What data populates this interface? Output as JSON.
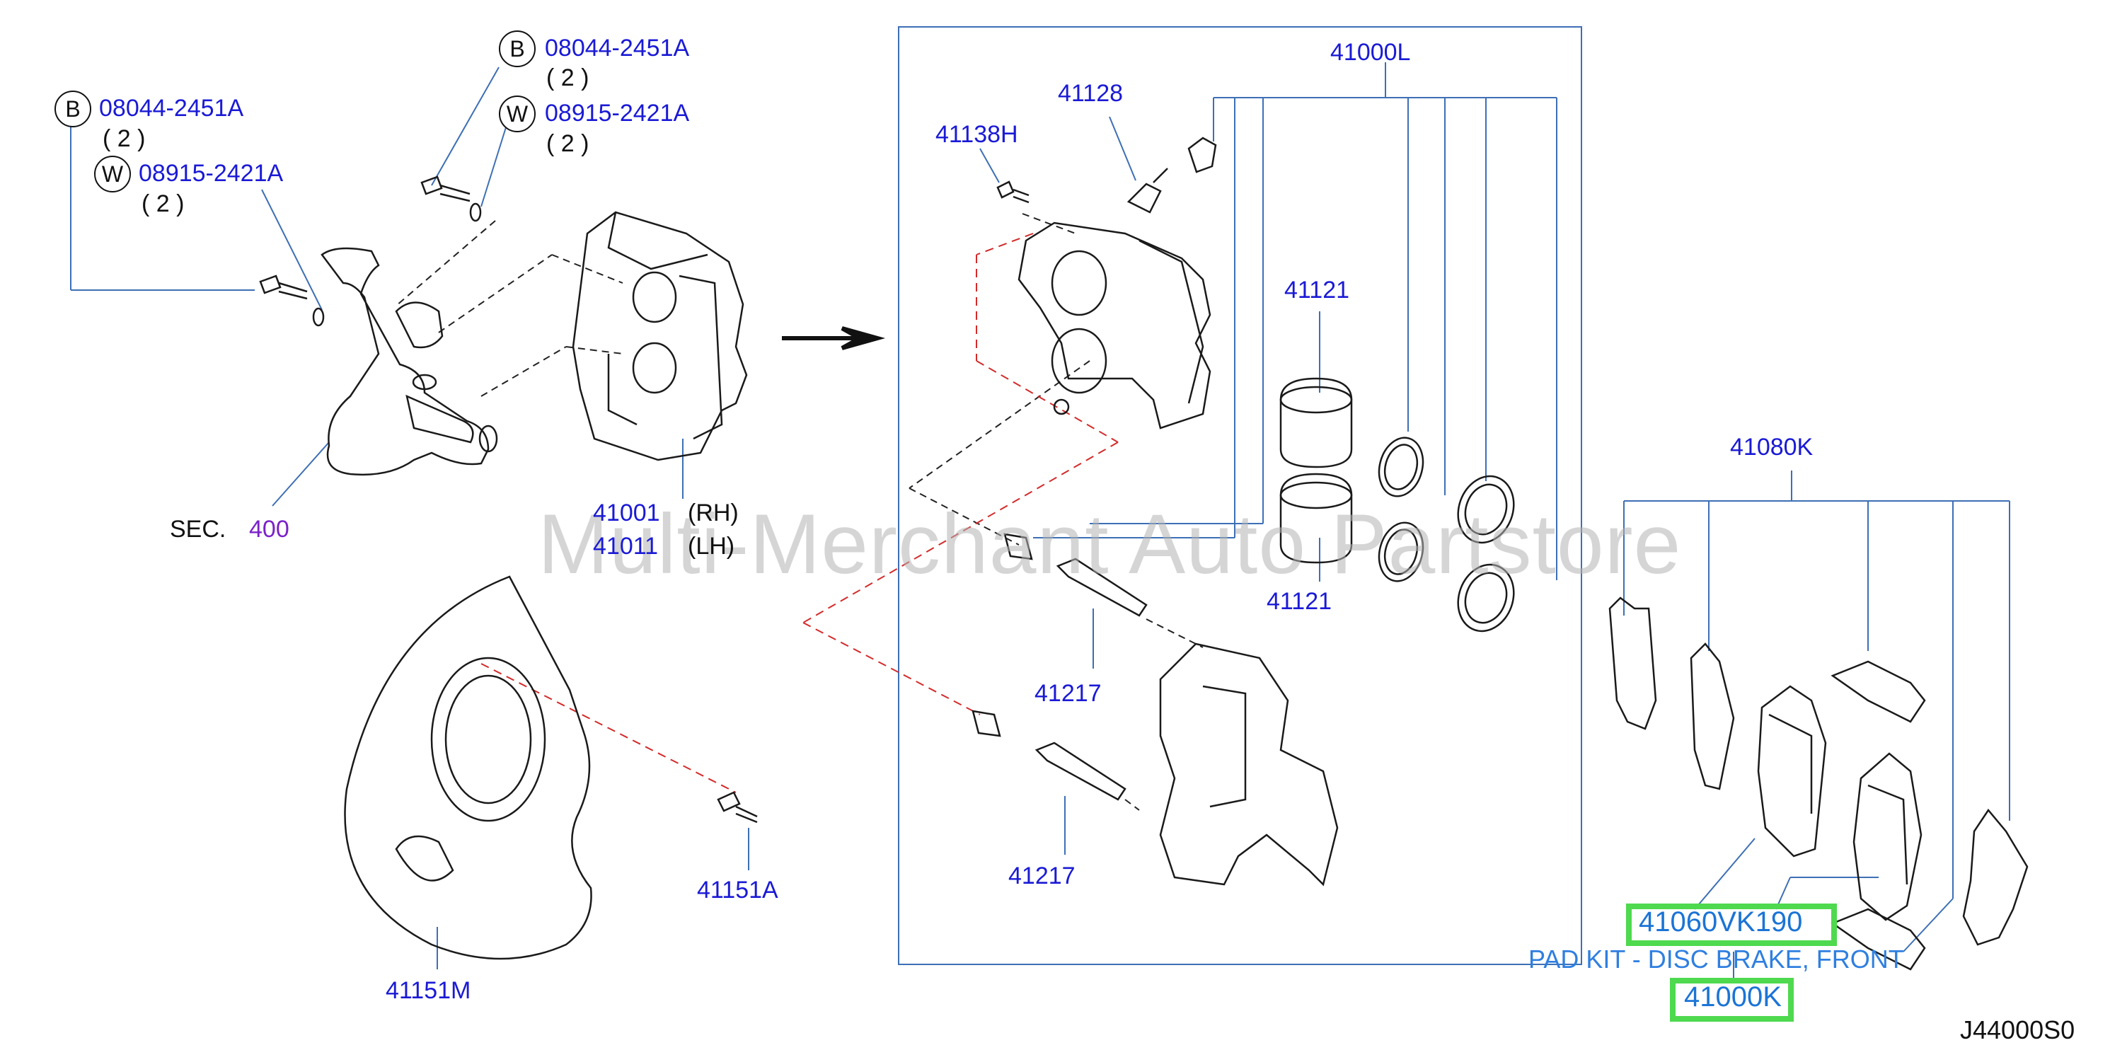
{
  "watermark": "Multi-Merchant Auto Partstore",
  "callouts": {
    "bolt_left": {
      "marker": "B",
      "part": "08044-2451A",
      "qty": "( 2 )"
    },
    "washer_left": {
      "marker": "W",
      "part": "08915-2421A",
      "qty": "( 2 )"
    },
    "bolt_top": {
      "marker": "B",
      "part": "08044-2451A",
      "qty": "( 2 )"
    },
    "washer_top": {
      "marker": "W",
      "part": "08915-2421A",
      "qty": "( 2 )"
    }
  },
  "labels": {
    "sec_prefix": "SEC.",
    "sec_number": "400",
    "caliper_rh_part": "41001",
    "caliper_rh_side": "(RH)",
    "caliper_lh_part": "41011",
    "caliper_lh_side": "(LH)",
    "seal_kit": "41000L",
    "bleeder": "41128",
    "bolt_41138h": "41138H",
    "piston_upper": "41121",
    "piston_lower": "41121",
    "pin_upper": "41217",
    "pin_lower": "41217",
    "splash_bolt": "41151A",
    "splash_plate": "41151M",
    "hardware_kit": "41080K",
    "pad_kit_part": "41060VK190",
    "pad_kit_title": "PAD KIT - DISC BRAKE, FRONT",
    "caliper_assy": "41000K",
    "diagram_ref": "J44000S0"
  },
  "colors": {
    "label_blue": "#1a1ad6",
    "leader_blue": "#3d6fb5",
    "highlight_green": "#4ed94e",
    "pad_kit_blue": "#1b74d6",
    "sec_purple": "#7a22c9",
    "hidden_line_red": "#d42a2a"
  }
}
